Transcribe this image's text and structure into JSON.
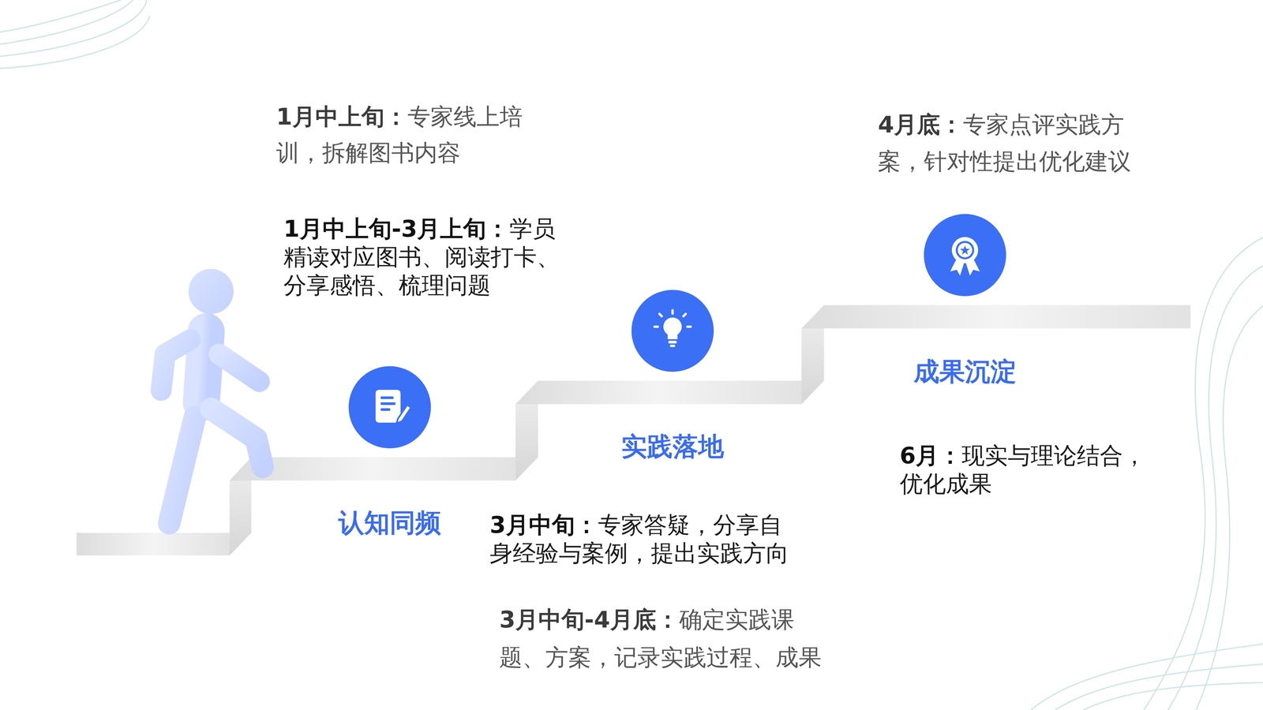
{
  "diagram": {
    "nodes": [
      {
        "text": [
          "认知同频"
        ]
      },
      {
        "text": [
          "实践落地"
        ]
      },
      {
        "text": [
          "成果沉淀"
        ]
      }
    ],
    "labels": [
      "1月中上旬：",
      "专家线上培训，拆解图书内容",
      "1月中上旬-3月上旬：",
      "学员精读对应图书、阅读打卡、分享感悟、梳理问题",
      "3月中旬：",
      "专家答疑，分享自身经验与案例，提出实践方向",
      "3月中旬-4月底：",
      "确定实践课题、方案，记录实践过程、成果",
      "4月底：",
      "专家点评实践方案，针对性提出优化建议",
      "6月：",
      "现实与理论结合，优化成果"
    ]
  }
}
